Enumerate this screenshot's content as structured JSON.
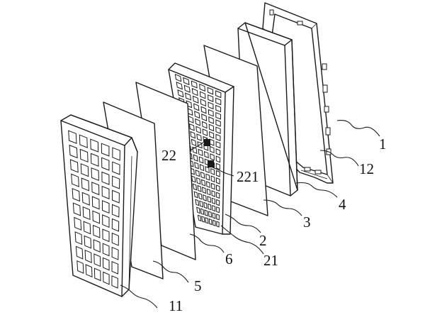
{
  "labels": {
    "l1": "1",
    "l12": "12",
    "l4": "4",
    "l3": "3",
    "l2": "2",
    "l21": "21",
    "l22": "22",
    "l221": "221",
    "l6": "6",
    "l5": "5",
    "l11": "11"
  }
}
